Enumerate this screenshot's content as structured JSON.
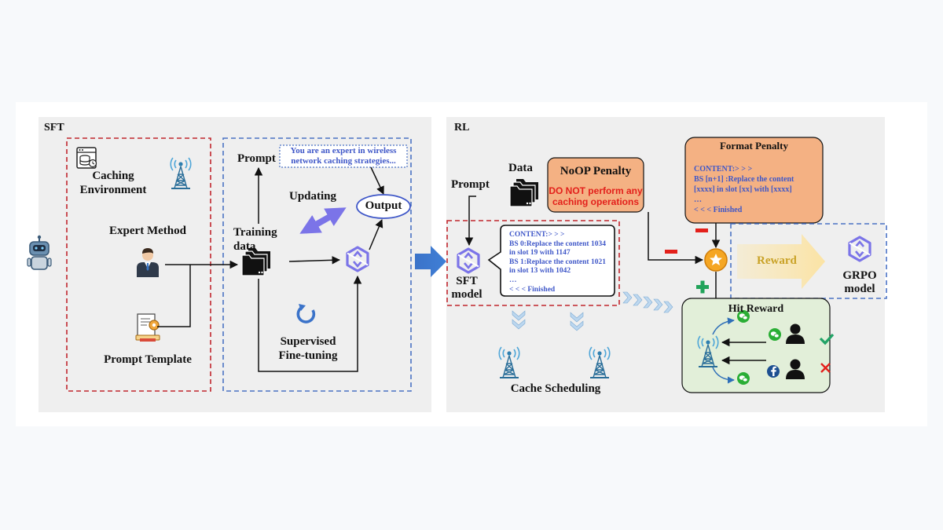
{
  "sft": {
    "section_label": "SFT",
    "caching_environment": [
      "Caching",
      "Environment"
    ],
    "expert_method": "Expert Method",
    "prompt_template": "Prompt Template",
    "prompt_label": "Prompt",
    "prompt_text": [
      "You are an expert in wireless",
      "network caching strategies..."
    ],
    "updating": "Updating",
    "output": "Output",
    "training_data": [
      "Training",
      "data"
    ],
    "supervised_finetuning": [
      "Supervised",
      "Fine-tuning"
    ]
  },
  "rl": {
    "section_label": "RL",
    "data_label": "Data",
    "prompt_label": "Prompt",
    "noop_penalty": {
      "title": "NoOP Penalty",
      "text": [
        "DO NOT perform any",
        "caching operations"
      ]
    },
    "format_penalty": {
      "title": "Format Penalty",
      "lines": [
        "CONTENT:> > >",
        "BS [n+1] :Replace the content",
        "[xxxx] in slot [xx] with [xxxx]",
        "…",
        "< < < Finished"
      ]
    },
    "sft_model": [
      "SFT",
      "model"
    ],
    "speech_lines": [
      "CONTENT:> > >",
      "BS 0:Replace the content 1034",
      "in slot 19 with 1147",
      "BS 1:Replace the content 1021",
      "in slot 13 with 1042",
      "…",
      "< < < Finished"
    ],
    "reward": "Reward",
    "grpo_model": [
      "GRPO",
      "model"
    ],
    "hit_reward": "Hit Reward",
    "cache_scheduling": "Cache Scheduling"
  },
  "colors": {
    "panel": "#efefef",
    "red_dash": "#c0262d",
    "blue_dash": "#4a72c4",
    "orange_box": "#f4b183",
    "green_box": "#e2efd9",
    "red_text": "#e3201b",
    "blue_text": "#3f57c8",
    "purple": "#7b74e8",
    "check_green": "#21a366",
    "cross_red": "#e3201b"
  },
  "icons": [
    "robot-icon",
    "server-icon",
    "antenna-icon",
    "user-icon",
    "document-gear-icon",
    "folder-icon",
    "qwen-logo-icon",
    "refresh-icon",
    "star-medal-icon",
    "wechat-icon",
    "facebook-icon",
    "check-icon",
    "cross-icon",
    "chevron-icon"
  ]
}
